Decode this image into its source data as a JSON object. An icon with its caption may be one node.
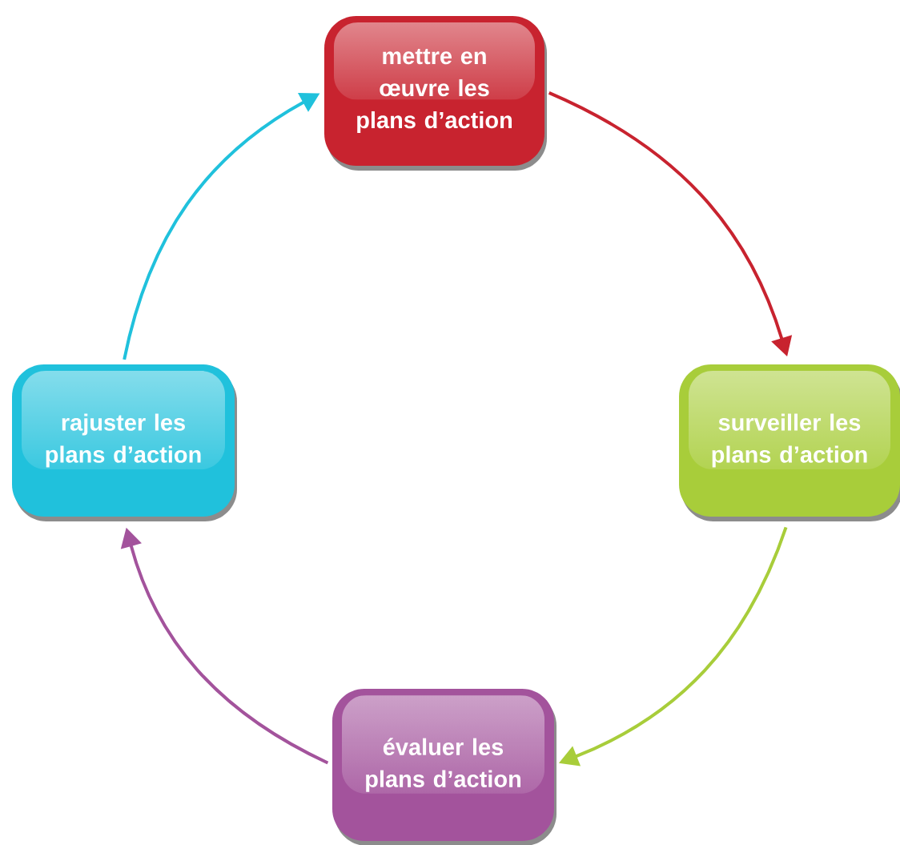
{
  "diagram": {
    "nodes": [
      {
        "text": [
          "mettre en œuvre les plans d’action"
        ]
      },
      {
        "text": [
          "surveiller les plans d’action"
        ]
      },
      {
        "text": [
          "évaluer les plans d’action"
        ]
      },
      {
        "text": [
          "rajuster les plans d’action"
        ]
      }
    ],
    "edges": [
      {
        "from": 0,
        "to": 1,
        "arrow": "to",
        "color": "#c8232f"
      },
      {
        "from": 1,
        "to": 2,
        "arrow": "to",
        "color": "#a8cd3a"
      },
      {
        "from": 2,
        "to": 3,
        "arrow": "to",
        "color": "#a3539c"
      },
      {
        "from": 3,
        "to": 0,
        "arrow": "to",
        "color": "#20c1dc"
      }
    ]
  }
}
